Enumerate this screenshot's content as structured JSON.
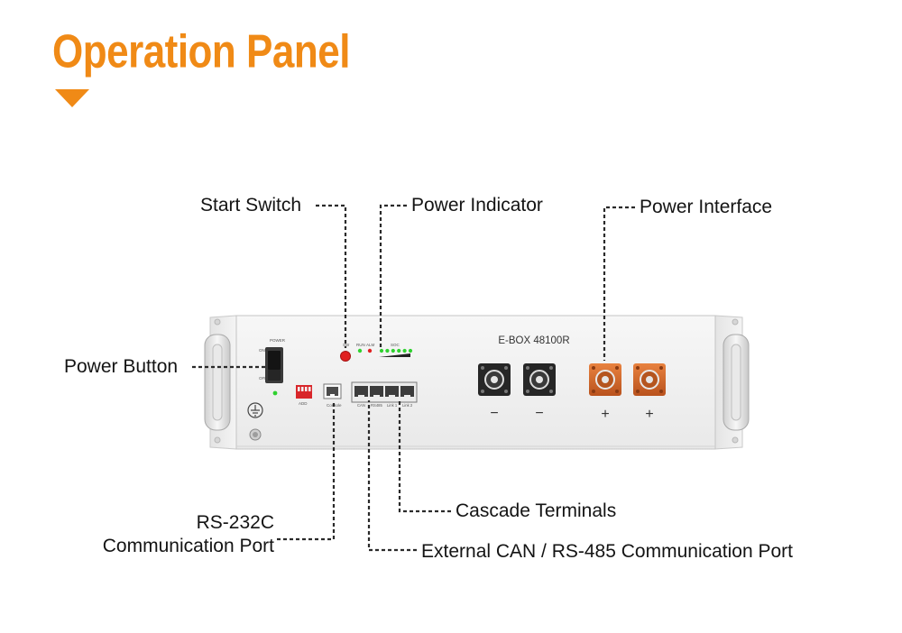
{
  "header": {
    "title": "Operation Panel"
  },
  "callouts": {
    "start_switch": "Start Switch",
    "power_indicator": "Power Indicator",
    "power_interface": "Power Interface",
    "power_button": "Power Button",
    "rs232_line1": "RS-232C",
    "rs232_line2": "Communication Port",
    "cascade_terminals": "Cascade Terminals",
    "external_can": "External CAN / RS-485 Communication Port"
  },
  "device": {
    "model": "E-BOX 48100R",
    "power_label": "POWER",
    "on_label": "ON",
    "off_label": "OFF",
    "sw_label": "SW",
    "run_label": "RUN",
    "alm_label": "ALM",
    "soc_label": "SOC",
    "add_label": "ADD",
    "console_label": "Console",
    "port_labels": [
      "CAN",
      "RS485",
      "Link 1",
      "Link 2"
    ],
    "terminal_signs": [
      "−",
      "−",
      "+",
      "+"
    ],
    "soc_led_count": 6,
    "colors": {
      "led_green": "#2fd12f",
      "led_red": "#e02020",
      "dip_red": "#d8262a",
      "terminal_orange": "#d9682a",
      "terminal_black": "#262626"
    }
  }
}
